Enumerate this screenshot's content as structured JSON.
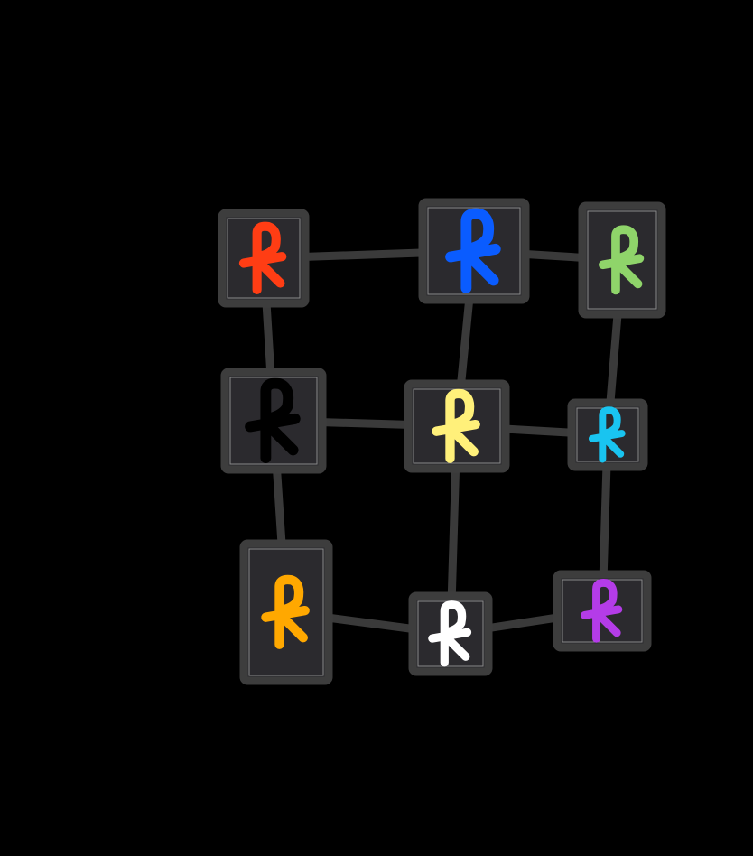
{
  "colors": {
    "background": "#000000",
    "edge": "#3a3a3a",
    "box_fill": "#2b2a2e",
    "box_border": "#3d3d3d",
    "box_inner": "#8a8a8a"
  },
  "nodes": [
    {
      "id": "n1",
      "color": "#ff3d14"
    },
    {
      "id": "n2",
      "color": "#0a5cff"
    },
    {
      "id": "n3",
      "color": "#8fd46a"
    },
    {
      "id": "n4",
      "color": "#000000"
    },
    {
      "id": "n5",
      "color": "#fff07a"
    },
    {
      "id": "n6",
      "color": "#19c4f0"
    },
    {
      "id": "n7",
      "color": "#ffa800"
    },
    {
      "id": "n8",
      "color": "#ffffff"
    },
    {
      "id": "n9",
      "color": "#b43ce8"
    }
  ],
  "edges": [
    [
      "n1",
      "n2"
    ],
    [
      "n2",
      "n3"
    ],
    [
      "n1",
      "n4"
    ],
    [
      "n2",
      "n5"
    ],
    [
      "n3",
      "n6"
    ],
    [
      "n4",
      "n5"
    ],
    [
      "n5",
      "n6"
    ],
    [
      "n4",
      "n7"
    ],
    [
      "n5",
      "n8"
    ],
    [
      "n6",
      "n9"
    ],
    [
      "n7",
      "n8"
    ],
    [
      "n8",
      "n9"
    ]
  ]
}
